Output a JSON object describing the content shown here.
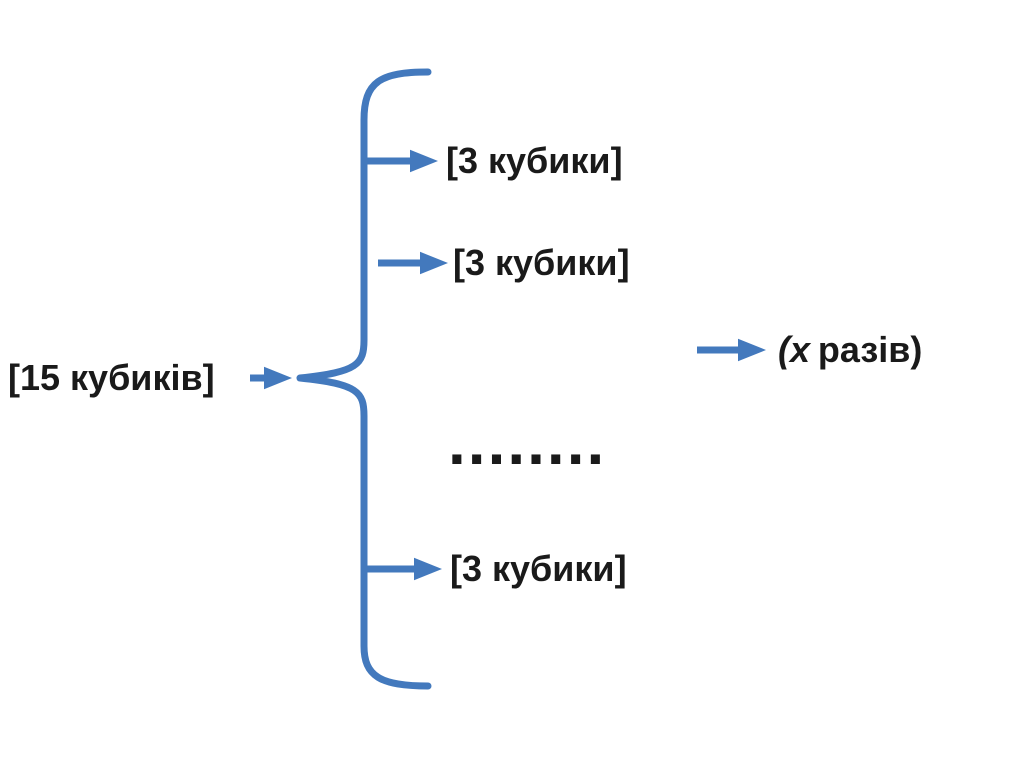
{
  "diagram": {
    "background": "#ffffff",
    "accent_color": "#4379BD",
    "text_color": "#1a1a1a",
    "source_label": "[15 кубиків]",
    "group_items": [
      {
        "label": "[3 кубики]"
      },
      {
        "label": "[3 кубики]"
      },
      {
        "label": "[3 кубики]"
      }
    ],
    "ellipsis": "........",
    "times_italic": "(x",
    "times_rest": "разів)"
  }
}
